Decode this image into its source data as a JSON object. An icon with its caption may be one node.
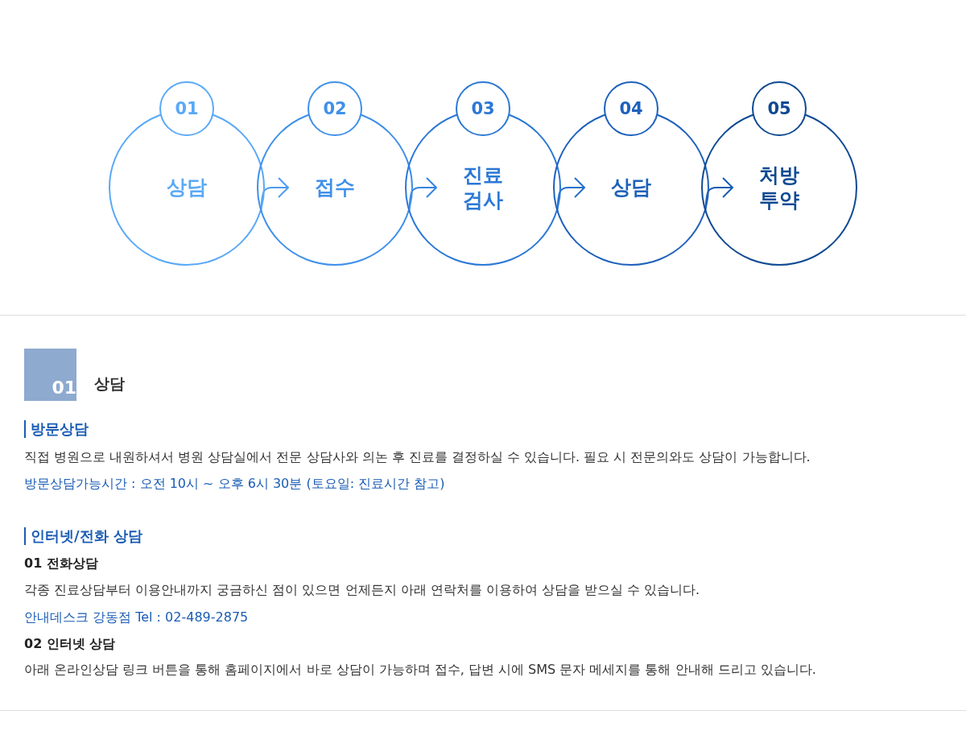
{
  "diagram": {
    "nodes": [
      {
        "text": [
          "01"
        ]
      },
      {
        "text": [
          "상담"
        ]
      },
      {
        "text": [
          "02"
        ]
      },
      {
        "text": [
          "접수"
        ]
      },
      {
        "text": [
          "03"
        ]
      },
      {
        "text": [
          "진료 검사"
        ]
      },
      {
        "text": [
          "04"
        ]
      },
      {
        "text": [
          "상담"
        ]
      },
      {
        "text": [
          "05"
        ]
      },
      {
        "text": [
          "처방 투약"
        ]
      },
      {
        "text": [
          "01"
        ],
        "beside": [
          "상담"
        ]
      }
    ],
    "edges": [
      {
        "from": 1,
        "to": 3,
        "arrow": "to",
        "color": "#4c9cf0"
      },
      {
        "from": 3,
        "to": 5,
        "arrow": "to",
        "color": "#3585e0"
      },
      {
        "from": 5,
        "to": 7,
        "arrow": "to",
        "color": "#2470cc"
      },
      {
        "from": 7,
        "to": 9,
        "arrow": "to",
        "color": "#1a5cb4"
      }
    ],
    "labels": [
      "방문상담",
      "직접 병원으로 내원하셔서 병원 상담실에서 전문 상담사와 의논 후 진료를 결정하실 수 있습니다. 필요 시 전문의와도 상담이 가능합니다.",
      "방문상담가능시간 : 오전 10시 ~ 오후 6시 30분 (토요일: 진료시간 참고)",
      "인터넷/전화 상담",
      "01 전화상담",
      "각종 진료상담부터 이용안내까지 궁금하신 점이 있으면 언제든지 아래 연락처를 이용하여 상담을 받으실 수 있습니다.",
      "안내데스크 강동점 Tel : 02-489-2875",
      "02 인터넷 상담",
      "아래 온라인상담 링크 버튼을 통해 홈페이지에서 바로 상담이 가능하며 접수, 답변 시에 SMS 문자 메세지를 통해 안내해 드리고 있습니다."
    ]
  }
}
